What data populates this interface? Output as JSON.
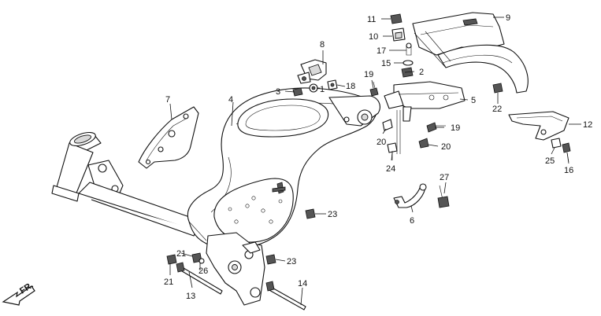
{
  "diagram": {
    "callouts": {
      "c1": "1",
      "c2": "2",
      "c3": "3",
      "c4": "4",
      "c5": "5",
      "c6": "6",
      "c7": "7",
      "c8": "8",
      "c9": "9",
      "c10": "10",
      "c11": "11",
      "c12": "12",
      "c13": "13",
      "c14": "14",
      "c15": "15",
      "c16": "16",
      "c17": "17",
      "c18": "18",
      "c19a": "19",
      "c19b": "19",
      "c20a": "20",
      "c20b": "20",
      "c21a": "21",
      "c21b": "21",
      "c22": "22",
      "c23a": "23",
      "c23b": "23",
      "c24": "24",
      "c25": "25",
      "c26": "26",
      "c27": "27"
    },
    "direction_label": "FR."
  }
}
